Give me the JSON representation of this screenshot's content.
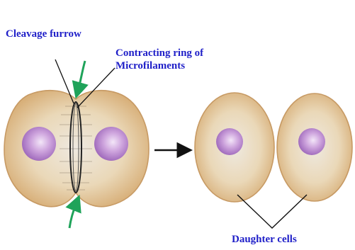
{
  "labels": {
    "cleavage_furrow": "Cleavage furrow",
    "ring_line1": "Contracting ring of",
    "ring_line2": "Microfilaments",
    "daughter_cells": "Daughter cells"
  },
  "colors": {
    "label_text": "#1f1fc8",
    "cell_fill": "#e6d2b0",
    "cell_outline": "#c79a64",
    "nucleus": "#b98ad0",
    "furrow_arrow": "#1fa35a",
    "process_arrow": "#111111"
  }
}
